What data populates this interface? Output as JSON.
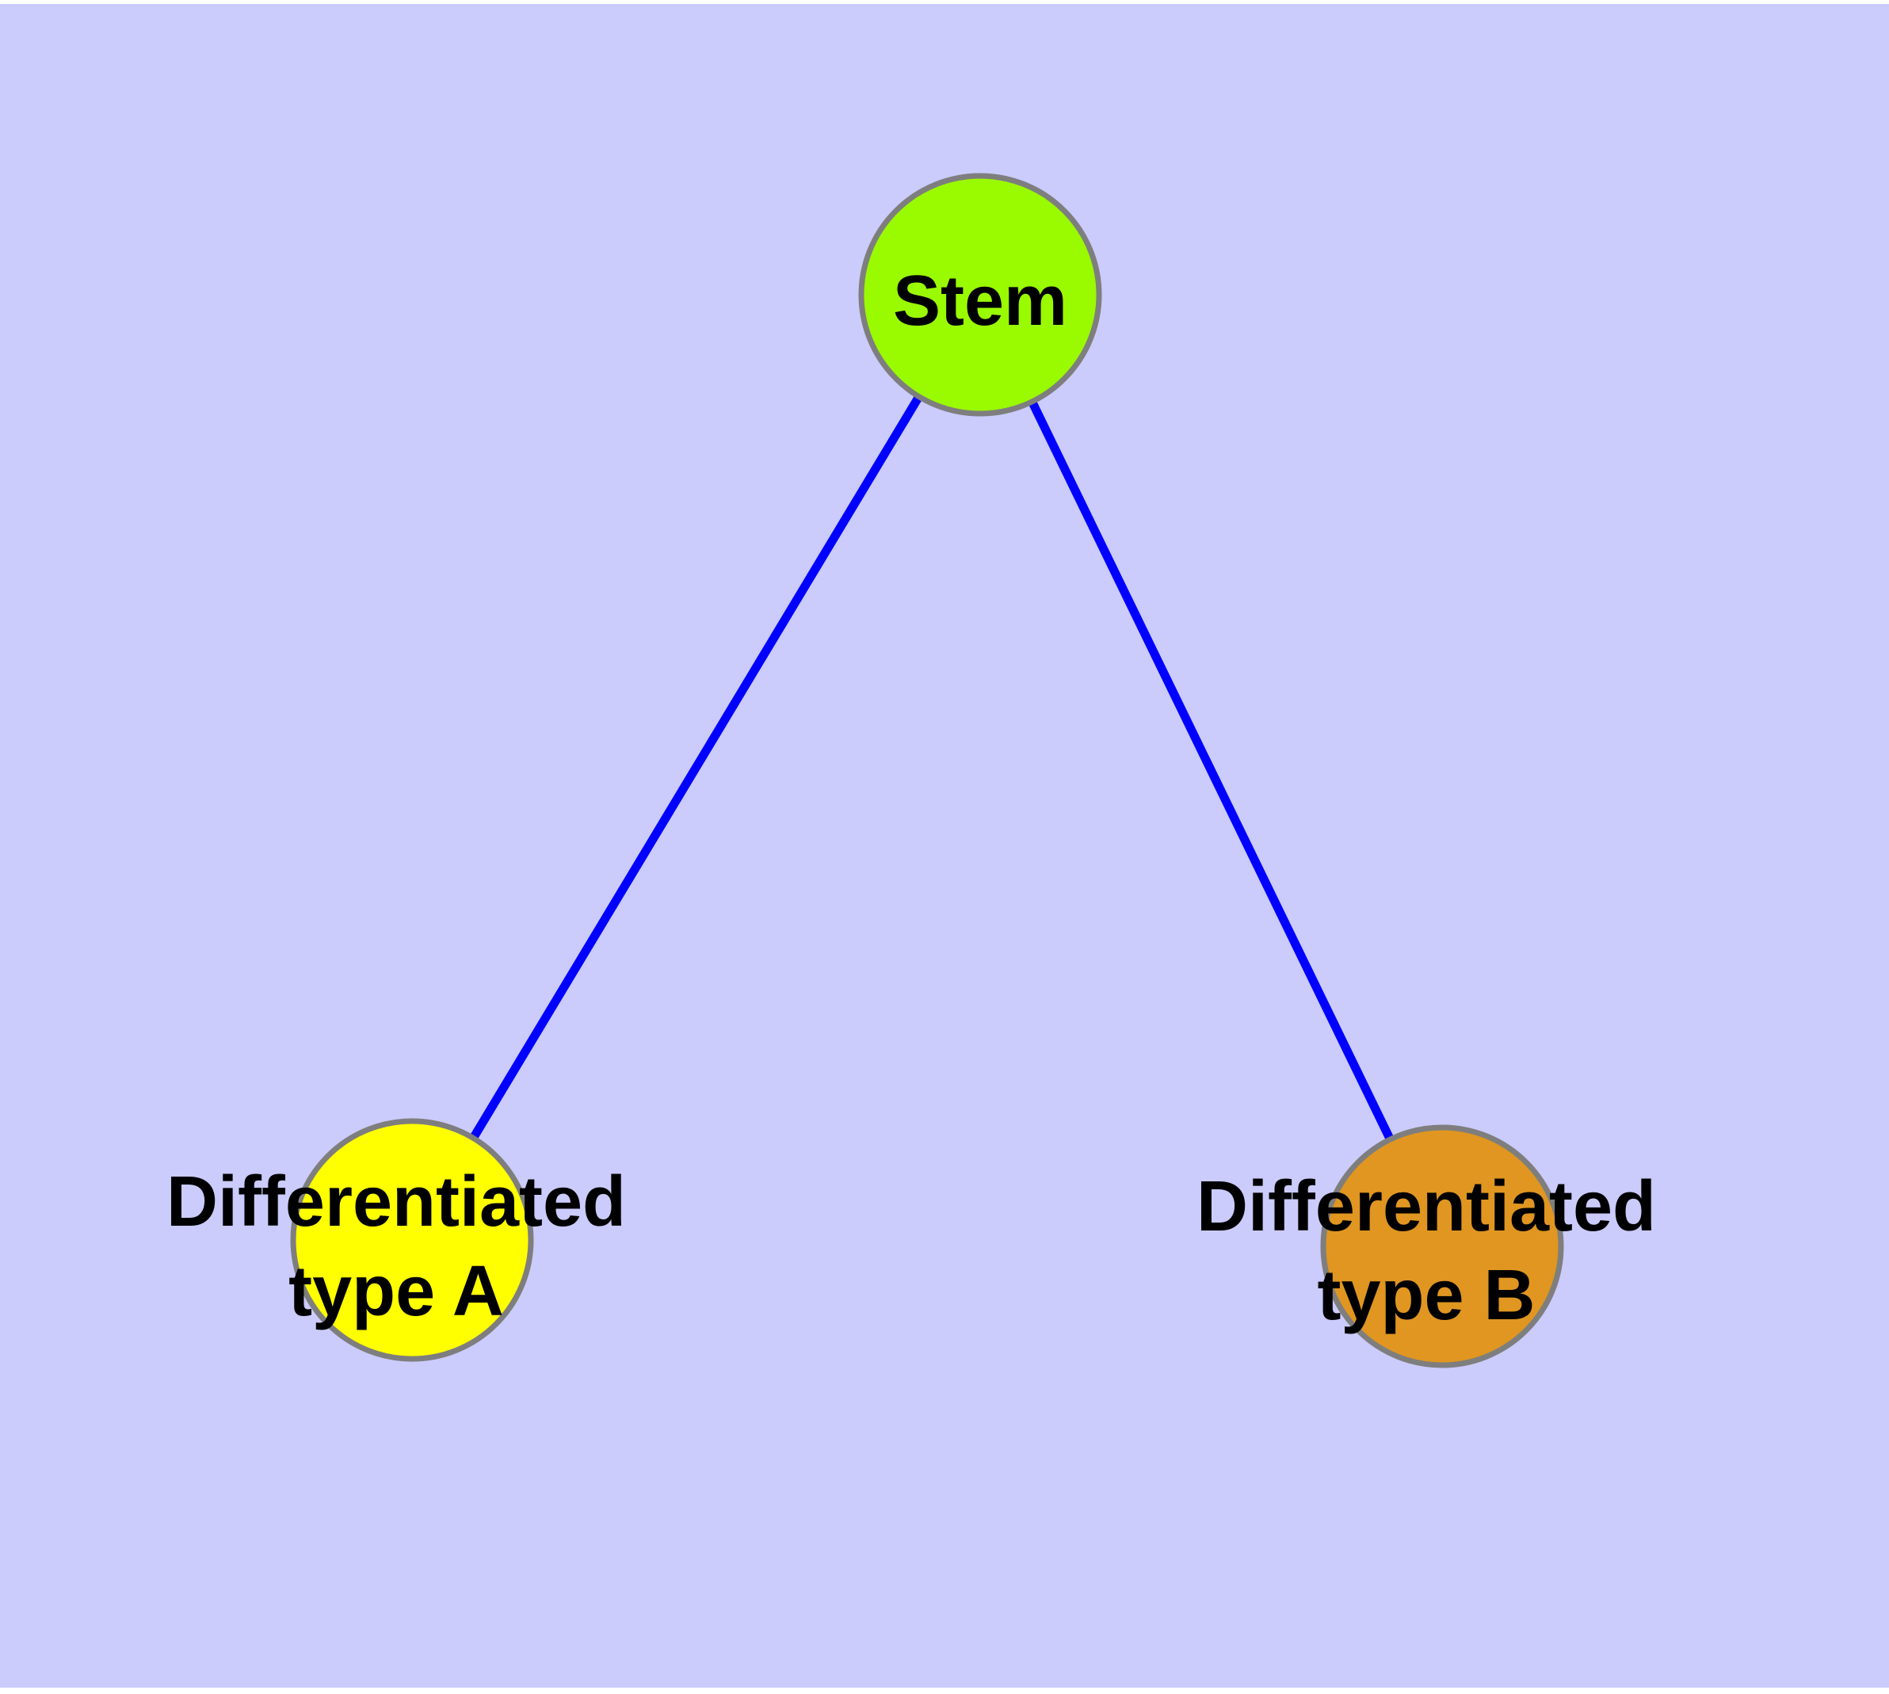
{
  "colors": {
    "background": "#CBCBFC",
    "margin": "#FFFFFF",
    "edge": "#0000FF",
    "node_border": "#7E7E7E",
    "label_text": "#000000"
  },
  "graph": {
    "type": "tree-diagram",
    "nodes": {
      "stem": {
        "label": "Stem",
        "fill": "#9AFA00"
      },
      "type_a": {
        "label": "Differentiated type A",
        "label_line1": "Differentiated",
        "label_line2": "type A",
        "fill": "#FFFF00"
      },
      "type_b": {
        "label": "Differentiated type B",
        "label_line1": "Differentiated",
        "label_line2": "type B",
        "fill": "#E09620"
      }
    },
    "edges": [
      {
        "from": "stem",
        "to": "type_a"
      },
      {
        "from": "stem",
        "to": "type_b"
      }
    ]
  }
}
